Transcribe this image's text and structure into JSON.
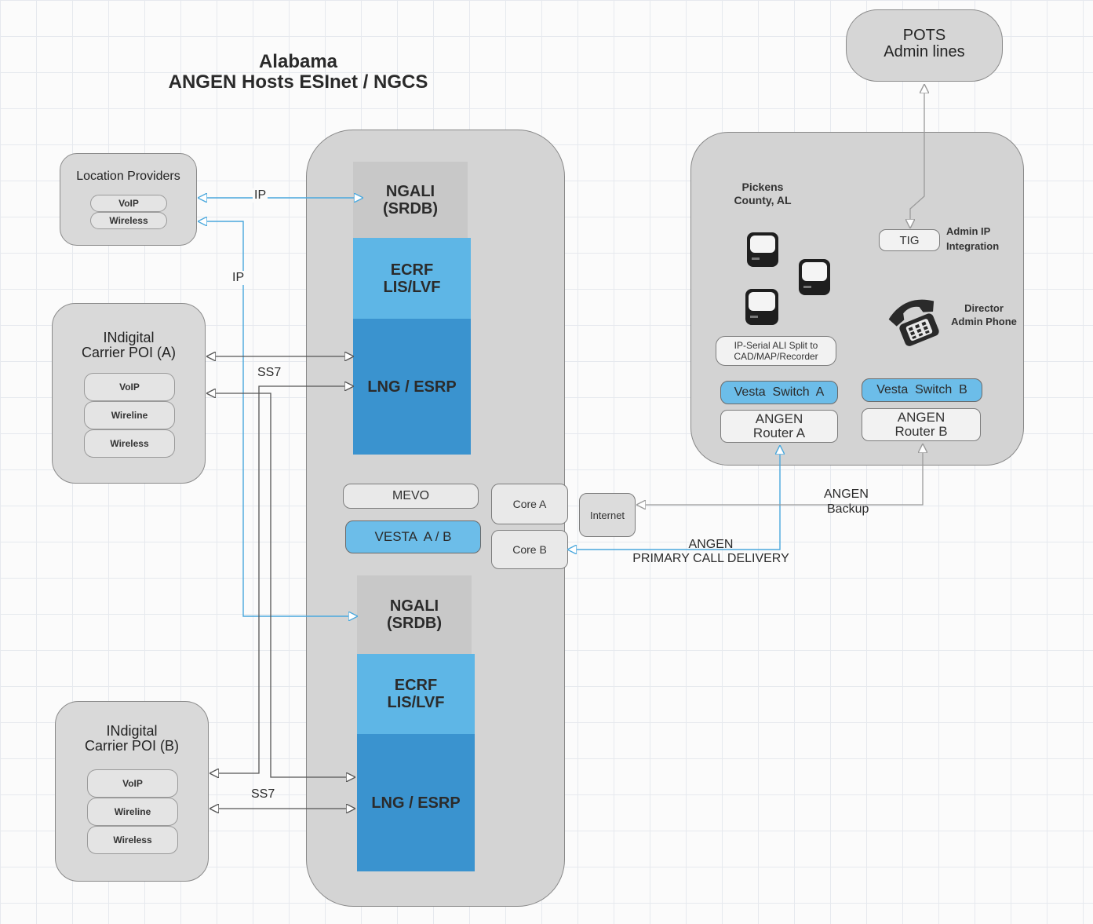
{
  "title": {
    "line1": "Alabama",
    "line2": "ANGEN Hosts ESInet / NGCS"
  },
  "pots": {
    "line1": "POTS",
    "line2": "Admin lines"
  },
  "location_providers": {
    "title": "Location Providers",
    "items": [
      "VoIP",
      "Wireless"
    ]
  },
  "poi_a": {
    "line1": "INdigital",
    "line2": "Carrier POI (A)",
    "items": [
      "VoIP",
      "Wireline",
      "Wireless"
    ]
  },
  "poi_b": {
    "line1": "INdigital",
    "line2": "Carrier POI (B)",
    "items": [
      "VoIP",
      "Wireline",
      "Wireless"
    ]
  },
  "hub": {
    "top": {
      "ngali": [
        "NGALI",
        "(SRDB)"
      ],
      "ecrf": [
        "ECRF",
        "LIS/LVF"
      ],
      "lng": "LNG / ESRP"
    },
    "bottom": {
      "ngali": [
        "NGALI",
        "(SRDB)"
      ],
      "ecrf": [
        "ECRF",
        "LIS/LVF"
      ],
      "lng": "LNG / ESRP"
    },
    "mevo": "MEVO",
    "vesta": "VESTA  A / B"
  },
  "core_a": "Core A",
  "core_b": "Core B",
  "internet": "Internet",
  "psap": {
    "name_line1": "Pickens",
    "name_line2": "County, AL",
    "tig": "TIG",
    "admin_ip_line1": "Admin IP",
    "admin_ip_line2": "Integration",
    "director_line1": "Director",
    "director_line2": "Admin Phone",
    "splitter_line1": "IP-Serial ALI Split to",
    "splitter_line2": "CAD/MAP/Recorder",
    "vesta_a": "Vesta  Switch  A",
    "vesta_b": "Vesta  Switch  B",
    "router_a": [
      "ANGEN",
      "Router A"
    ],
    "router_b": [
      "ANGEN",
      "Router B"
    ]
  },
  "links": {
    "ip_top": "IP",
    "ip_vertical": "IP",
    "ss7_top": "SS7",
    "ss7_bottom": "SS7",
    "backup_line1": "ANGEN",
    "backup_line2": "Backup",
    "primary_line1": "ANGEN",
    "primary_line2": "PRIMARY CALL DELIVERY"
  },
  "colors": {
    "ngali": "#c8c8c8",
    "ecrf": "#5eb6e6",
    "lng": "#3a93cf",
    "link_blue": "#4aa8dd",
    "link_gray": "#555555"
  }
}
